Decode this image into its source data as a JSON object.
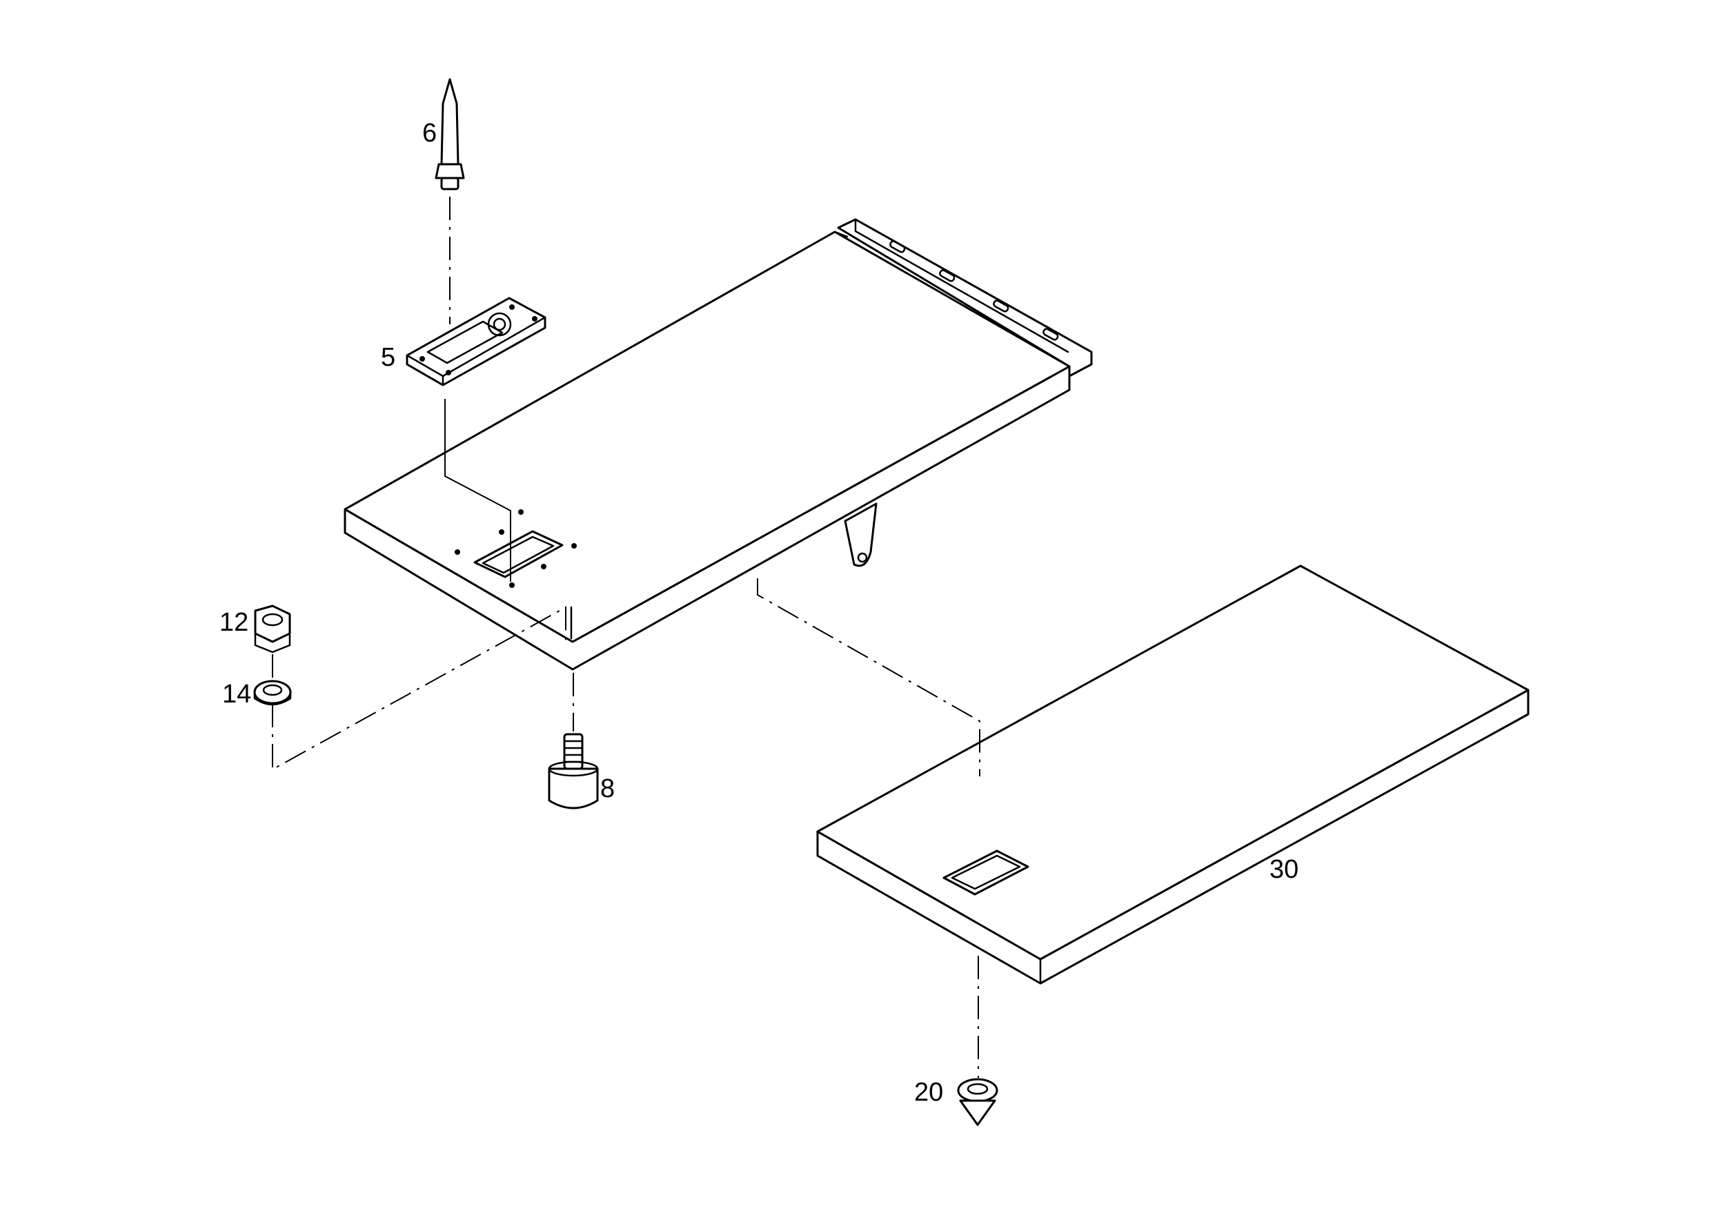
{
  "diagram": {
    "callouts": {
      "part_5": "5",
      "part_6": "6",
      "part_8": "8",
      "part_12": "12",
      "part_14": "14",
      "part_20": "20",
      "part_30": "30"
    }
  }
}
